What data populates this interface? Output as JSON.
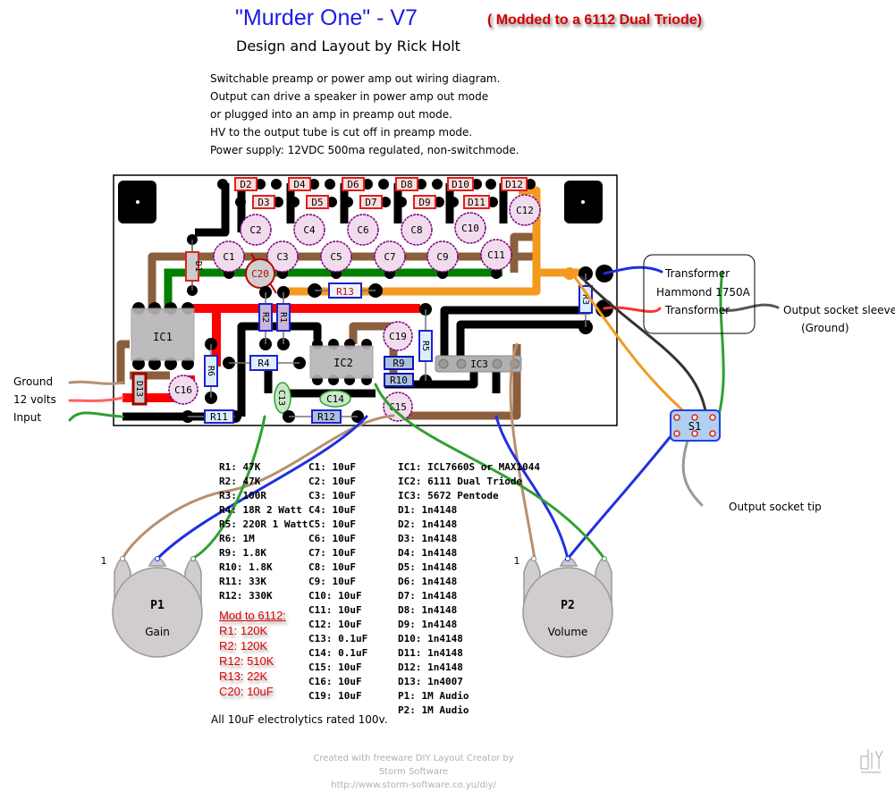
{
  "header": {
    "title": "\"Murder One\" - V7",
    "mod_note": "( Modded to a 6112 Dual Triode)",
    "byline": "Design and Layout by Rick Holt"
  },
  "notes": [
    "Switchable preamp or power amp out wiring diagram.",
    "Output can drive a speaker in power amp out mode",
    "or plugged into an amp in preamp out mode.",
    "HV to the output tube is cut off in preamp mode.",
    "Power supply: 12VDC 500ma regulated, non-switchmode."
  ],
  "colors": {
    "title": "#1a1ae6",
    "mod_red": "#d40000",
    "trace_black": "#000000",
    "trace_brown": "#8b5e3c",
    "trace_green": "#008000",
    "trace_red": "#ff0000",
    "trace_orange": "#f39a1e",
    "diode_border": "#e02020",
    "resistor_border": "#2020e0",
    "cap_border": "#800080"
  },
  "board": {
    "diodes_top": [
      "D2",
      "D4",
      "D6",
      "D8",
      "D10",
      "D12"
    ],
    "diodes_second": [
      "D3",
      "D5",
      "D7",
      "D9",
      "D11"
    ],
    "caps_upper": [
      "C2",
      "C4",
      "C6",
      "C8",
      "C10",
      "C12"
    ],
    "caps_lower": [
      "C1",
      "C3",
      "C5",
      "C7",
      "C9",
      "C11"
    ],
    "c20": "C20",
    "d1": "D1",
    "d13": "D13",
    "r13": "R13",
    "r1": "R1",
    "r2": "R2",
    "r3": "R3",
    "r4": "R4",
    "r5": "R5",
    "r6": "R6",
    "r9": "R9",
    "r10": "R10",
    "r11": "R11",
    "r12": "R12",
    "ic1": "IC1",
    "ic2": "IC2",
    "ic3": "IC3",
    "c13": "C13",
    "c14": "C14",
    "c15": "C15",
    "c16": "C16",
    "c19": "C19"
  },
  "offboard": {
    "transformer_top": "Transformer",
    "transformer_model": "Hammond 1750A",
    "transformer_bottom": "Transformer",
    "output_sleeve": "Output socket sleeve",
    "output_sleeve_sub": "(Ground)",
    "output_tip": "Output socket tip",
    "switch": "S1",
    "ground": "Ground",
    "volts": "12 volts",
    "input": "Input",
    "p1_name": "P1",
    "p1_label": "Gain",
    "p1_pin": "1",
    "p2_name": "P2",
    "p2_label": "Volume",
    "p2_pin": "1"
  },
  "parts_list": {
    "resistors": [
      "R1: 47K",
      "R2: 47K",
      "R3: 100R",
      "R4: 18R 2 Watt",
      "R5: 220R 1 Watt",
      "R6: 1M",
      "R9: 1.8K",
      "R10: 1.8K",
      "R11: 33K",
      "R12: 330K"
    ],
    "capacitors": [
      "C1: 10uF",
      "C2: 10uF",
      "C3: 10uF",
      "C4: 10uF",
      "C5: 10uF",
      "C6: 10uF",
      "C7: 10uF",
      "C8: 10uF",
      "C9: 10uF",
      "C10: 10uF",
      "C11: 10uF",
      "C12: 10uF",
      "C13: 0.1uF",
      "C14: 0.1uF",
      "C15: 10uF",
      "C16: 10uF",
      "C19: 10uF"
    ],
    "semis": [
      "IC1: ICL7660S or MAX1044",
      "IC2: 6111 Dual Triode",
      "IC3: 5672 Pentode",
      "D1: 1n4148",
      "D2: 1n4148",
      "D3: 1n4148",
      "D4: 1n4148",
      "D5: 1n4148",
      "D6: 1n4148",
      "D7: 1n4148",
      "D8: 1n4148",
      "D9: 1n4148",
      "D10: 1n4148",
      "D11: 1n4148",
      "D12: 1n4148",
      "D13: 1n4007",
      "P1: 1M Audio",
      "P2: 1M Audio"
    ],
    "mod_heading": "Mod to 6112:",
    "mod_items": [
      "R1: 120K",
      "R2: 120K",
      "R12: 510K",
      "R13: 22K",
      "C20: 10uF"
    ],
    "electrolytic_note": "All 10uF electrolytics rated 100v."
  },
  "footer": {
    "credit": "Created with freeware DIY Layout Creator by Storm Software",
    "url": "http://www.storm-software.co.yu/diy/",
    "logo": "diy-logo-icon"
  }
}
